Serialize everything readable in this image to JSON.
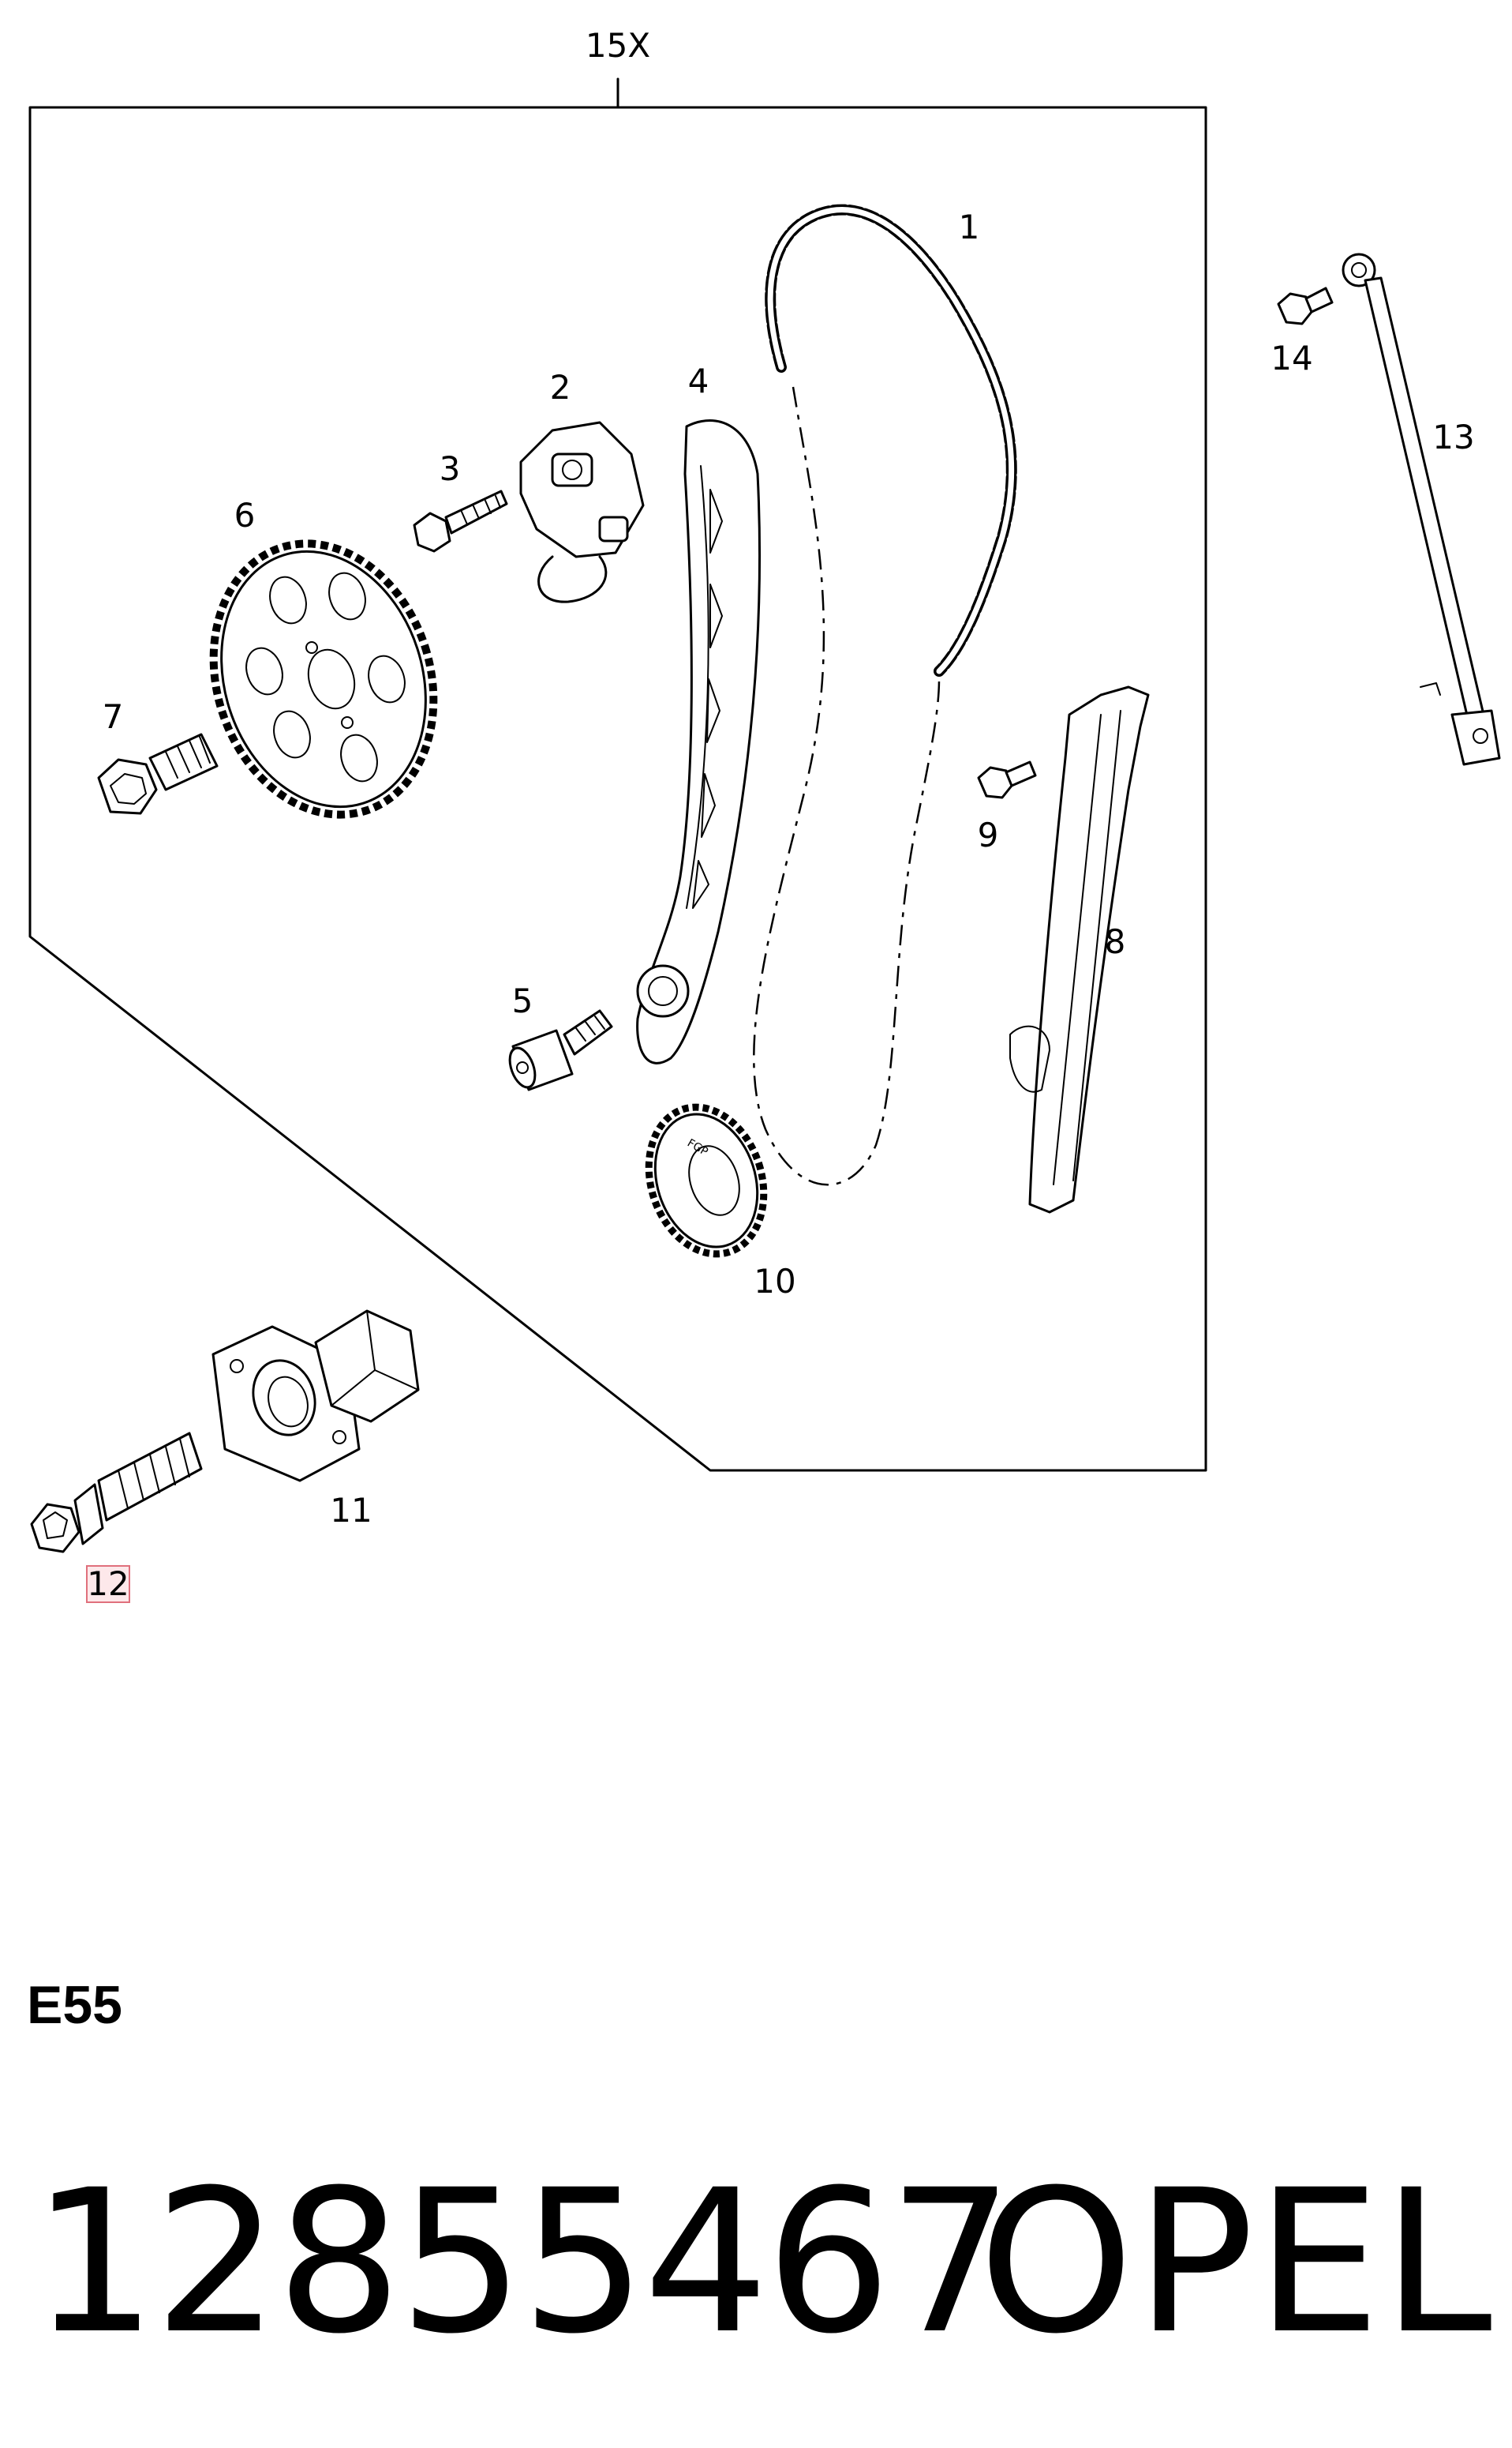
{
  "diagram": {
    "assembly_label": "15X",
    "callouts": {
      "p1": "1",
      "p2": "2",
      "p3": "3",
      "p4": "4",
      "p5": "5",
      "p6": "6",
      "p7": "7",
      "p8": "8",
      "p9": "9",
      "p10": "10",
      "p11": "11",
      "p12": "12",
      "p13": "13",
      "p14": "14"
    },
    "highlighted_callout": "12",
    "highlight_color": "#e0707c",
    "sprocket_marking": "FGP"
  },
  "section_code": "E55",
  "footer": {
    "part_number": "12855467",
    "brand": "OPEL"
  }
}
